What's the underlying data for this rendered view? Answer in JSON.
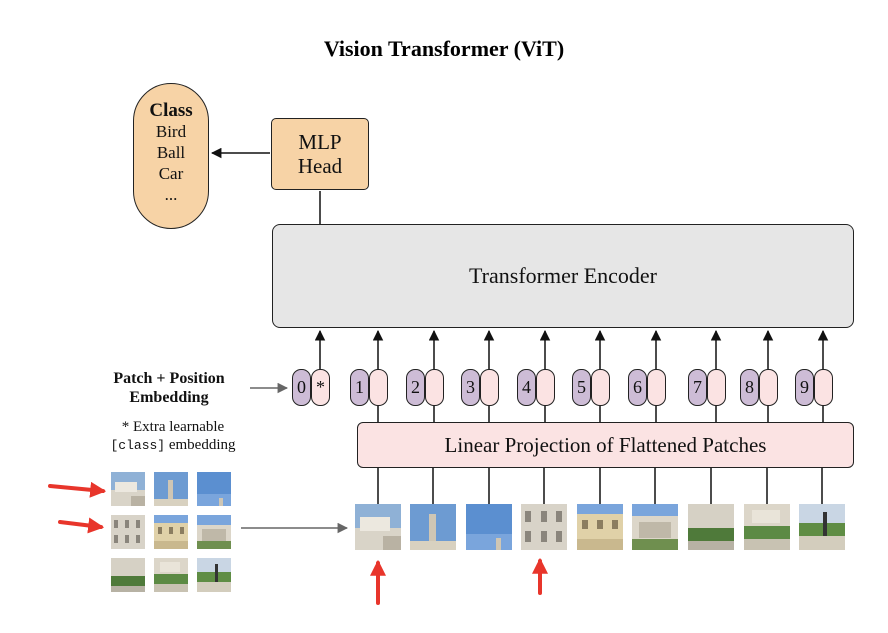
{
  "title": "Vision Transformer (ViT)",
  "class_box": {
    "header": "Class",
    "items": [
      "Bird",
      "Ball",
      "Car",
      "..."
    ]
  },
  "mlp_head": {
    "line1": "MLP",
    "line2": "Head"
  },
  "encoder": {
    "label": "Transformer Encoder"
  },
  "projection": {
    "label": "Linear Projection of Flattened Patches"
  },
  "embedding_label": {
    "line1": "Patch + Position",
    "line2": "Embedding"
  },
  "extra_note": {
    "line1": "* Extra learnable",
    "code": "[class]",
    "line2_suffix": " embedding"
  },
  "tokens": [
    "0",
    "1",
    "2",
    "3",
    "4",
    "5",
    "6",
    "7",
    "8",
    "9"
  ],
  "class_token_marker": "*",
  "colors": {
    "orange": "#f7d3a6",
    "encoder_gray": "#e6e6e6",
    "embedding_pink": "#fbe3e3",
    "position_purple": "#cdbcd6",
    "red_arrow": "#e8352b",
    "gray_arrow": "#666666"
  }
}
